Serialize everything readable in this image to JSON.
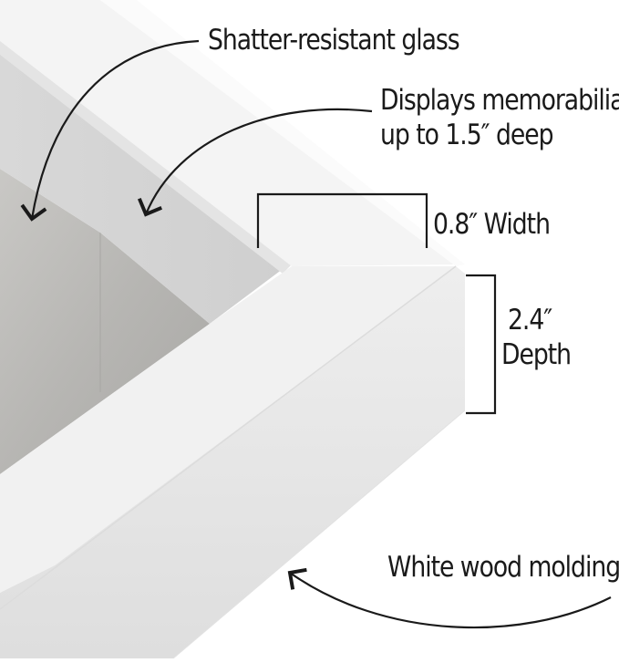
{
  "annotations": {
    "glass": "Shatter-resistant glass",
    "memorabilia_line1": "Displays memorabilia",
    "memorabilia_line2": "up to 1.5″ deep",
    "width": "0.8″ Width",
    "depth_value": "2.4″",
    "depth_label": "Depth",
    "molding": "White wood molding"
  },
  "colors": {
    "background": "#ffffff",
    "frame_face": "#f4f4f4",
    "frame_inner_bevel": "#e2e2e2",
    "frame_side": "#e6e6e6",
    "frame_outer_edge": "#ececec",
    "glass_border": "#d4d4d4",
    "backing": "#b9b8b5",
    "text": "#1a1a1a"
  }
}
